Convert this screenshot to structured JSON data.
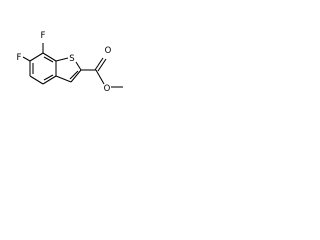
{
  "molecule": {
    "atoms": {
      "f_top": "F",
      "f_left": "F",
      "s_ring": "S",
      "o_carbonyl": "O",
      "o_ester": "O"
    }
  }
}
